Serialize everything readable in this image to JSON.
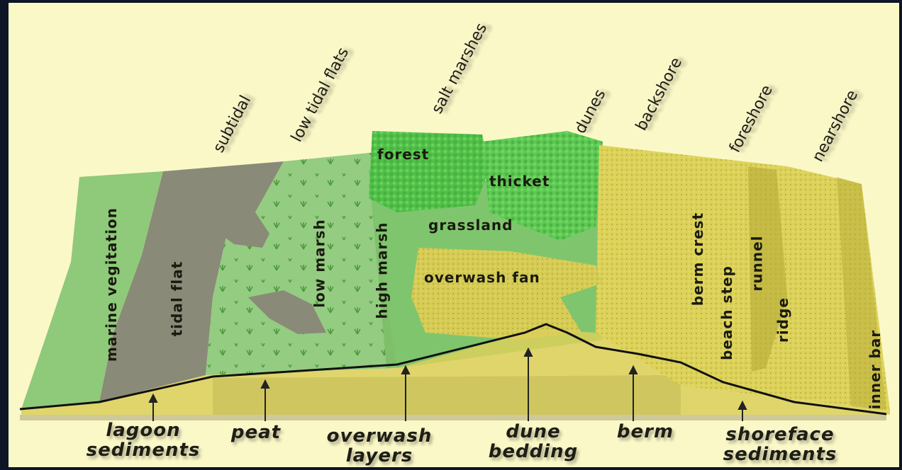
{
  "zone_labels": [
    "subtidal",
    "low tidal flats",
    "salt marshes",
    "dunes",
    "backshore",
    "foreshore",
    "nearshore"
  ],
  "feature_labels": {
    "marine_vegitation": "marine vegitation",
    "tidal_flat": "tidal flat",
    "low_marsh": "low marsh",
    "high_marsh": "high marsh",
    "forest": "forest",
    "thicket": "thicket",
    "grassland": "grassland",
    "overwash_fan": "overwash fan",
    "berm_crest": "berm crest",
    "beach_step": "beach step",
    "runnel": "runnel",
    "ridge": "ridge",
    "inner_bar": "inner bar"
  },
  "sediment_labels": {
    "lagoon_1": "lagoon",
    "lagoon_2": "sediments",
    "peat": "peat",
    "overwash_1": "overwash",
    "overwash_2": "layers",
    "dune_1": "dune",
    "dune_2": "bedding",
    "berm": "berm",
    "shoreface_1": "shoreface",
    "shoreface_2": "sediments"
  },
  "colors": {
    "background": "#fbf8c8",
    "marine_green": "#8fc97a",
    "tidal_grey": "#8a8a78",
    "marsh_green": "#94cc82",
    "forest_green": "#52c049",
    "sand_yellow": "#dcd25a"
  }
}
